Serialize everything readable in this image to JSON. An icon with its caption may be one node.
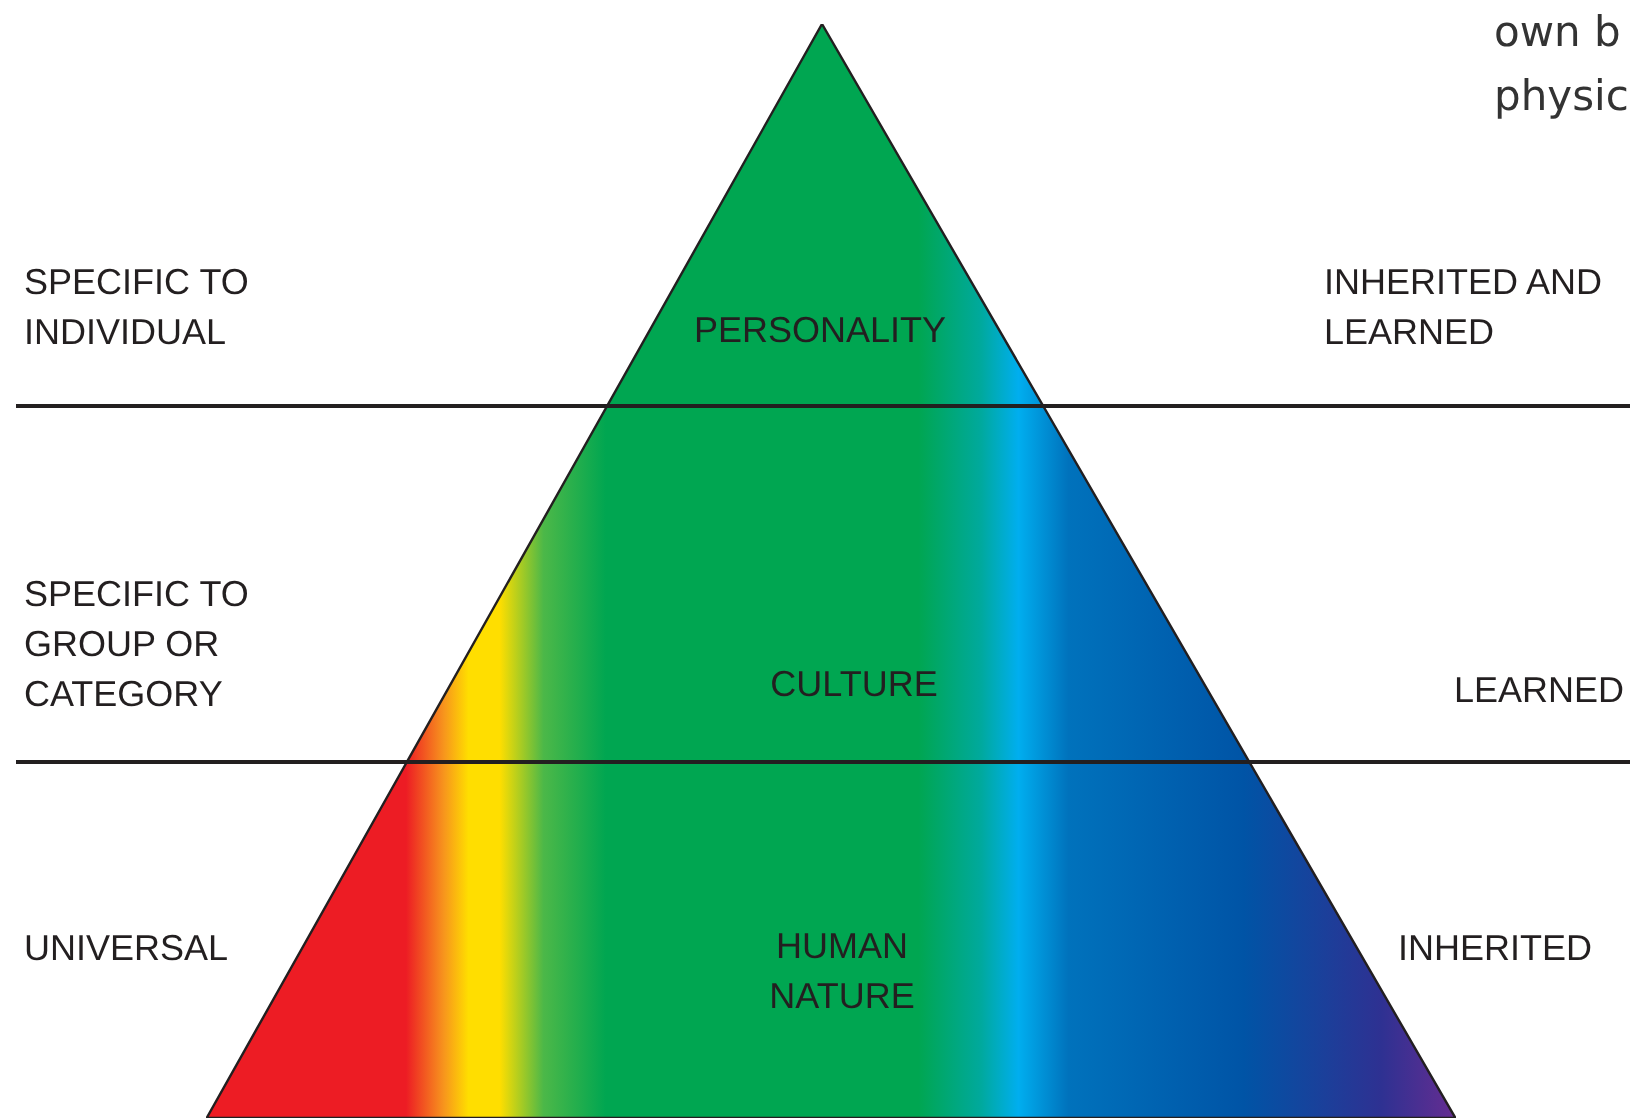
{
  "diagram": {
    "nodes": [
      {
        "text": [
          "PERSONALITY"
        ]
      },
      {
        "text": [
          "CULTURE"
        ]
      },
      {
        "text": [
          "HUMAN NATURE"
        ]
      }
    ],
    "labels": [
      "own b",
      "physic",
      "SPECIFIC TO INDIVIDUAL",
      "INHERITED AND LEARNED",
      "SPECIFIC TO GROUP OR CATEGORY",
      "LEARNED",
      "UNIVERSAL",
      "INHERITED"
    ]
  }
}
